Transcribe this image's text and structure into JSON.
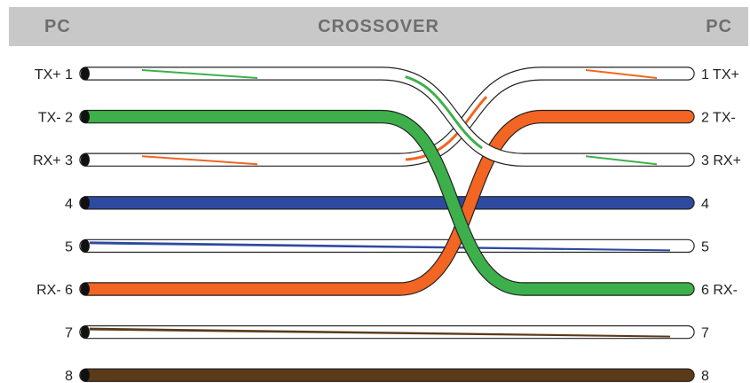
{
  "header": {
    "left": "PC",
    "title": "CROSSOVER",
    "right": "PC"
  },
  "colors": {
    "header_bg": "#c8c8c8",
    "header_text": "#6e6e6e",
    "green": "#3db04b",
    "orange": "#f26522",
    "blue": "#2e4aa0",
    "brown": "#5b3a1a",
    "white": "#ffffff",
    "outline": "#222222"
  },
  "left_pins": [
    {
      "label": "TX+ 1"
    },
    {
      "label": "TX- 2"
    },
    {
      "label": "RX+ 3"
    },
    {
      "label": "4"
    },
    {
      "label": "5"
    },
    {
      "label": "RX- 6"
    },
    {
      "label": "7"
    },
    {
      "label": "8"
    }
  ],
  "right_pins": [
    {
      "label": "1 TX+"
    },
    {
      "label": "2 TX-"
    },
    {
      "label": "3 RX+"
    },
    {
      "label": "4"
    },
    {
      "label": "5"
    },
    {
      "label": "6 RX-"
    },
    {
      "label": "7"
    },
    {
      "label": "8"
    }
  ],
  "wires": [
    {
      "name": "white-green",
      "left_pin": 1,
      "right_pin": 3,
      "base": "white",
      "stripe": "green"
    },
    {
      "name": "green",
      "left_pin": 2,
      "right_pin": 6,
      "base": "green",
      "stripe": null
    },
    {
      "name": "white-orange",
      "left_pin": 3,
      "right_pin": 1,
      "base": "white",
      "stripe": "orange"
    },
    {
      "name": "blue",
      "left_pin": 4,
      "right_pin": 4,
      "base": "blue",
      "stripe": null
    },
    {
      "name": "white-blue",
      "left_pin": 5,
      "right_pin": 5,
      "base": "white",
      "stripe": "blue"
    },
    {
      "name": "orange",
      "left_pin": 6,
      "right_pin": 2,
      "base": "orange",
      "stripe": null
    },
    {
      "name": "white-brown",
      "left_pin": 7,
      "right_pin": 7,
      "base": "white",
      "stripe": "brown"
    },
    {
      "name": "brown",
      "left_pin": 8,
      "right_pin": 8,
      "base": "brown",
      "stripe": null
    }
  ]
}
